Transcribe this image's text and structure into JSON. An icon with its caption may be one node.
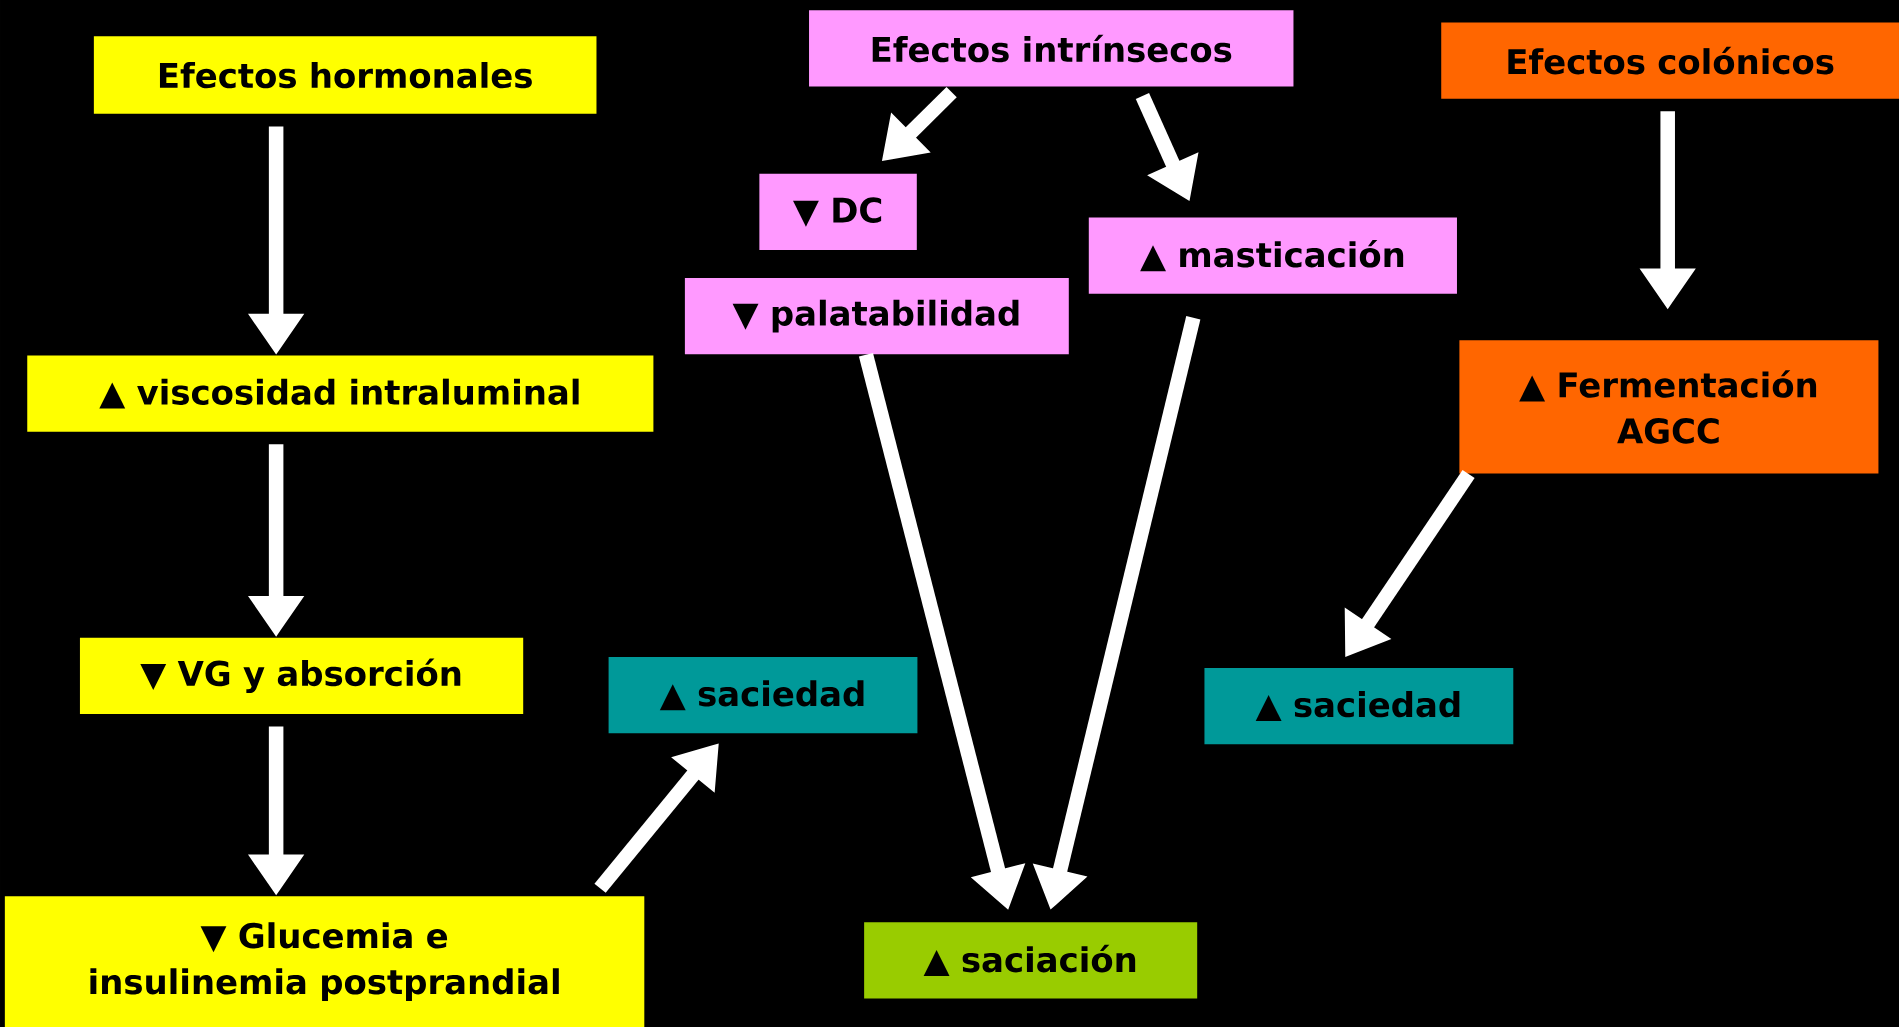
{
  "diagram": {
    "nodes": [
      {
        "text": [
          "Efectos hormonales"
        ]
      },
      {
        "text": [
          "Efectos intrínsecos"
        ]
      },
      {
        "text": [
          "Efectos colónicos"
        ]
      },
      {
        "text": [
          "▼ DC"
        ]
      },
      {
        "text": [
          "▲ masticación"
        ]
      },
      {
        "text": [
          "▼ palatabilidad"
        ]
      },
      {
        "text": [
          "▲ viscosidad intraluminal"
        ]
      },
      {
        "text": [
          "▲ Fermentación AGCC"
        ]
      },
      {
        "text": [
          "▼ VG y absorción"
        ]
      },
      {
        "text": [
          "▲ saciedad"
        ]
      },
      {
        "text": [
          "▲ saciedad"
        ]
      },
      {
        "text": [
          "▼ Glucemia e insulinemia postprandial"
        ]
      },
      {
        "text": [
          "▲ saciación"
        ]
      }
    ],
    "edges": [
      {
        "from": 0,
        "to": 6,
        "arrow": "to"
      },
      {
        "from": 6,
        "to": 8,
        "arrow": "to"
      },
      {
        "from": 8,
        "to": 11,
        "arrow": "to"
      },
      {
        "from": 11,
        "to": 9,
        "arrow": "to"
      },
      {
        "from": 1,
        "to": 3,
        "arrow": "to"
      },
      {
        "from": 1,
        "to": 4,
        "arrow": "to"
      },
      {
        "from": 5,
        "to": 12,
        "arrow": "to"
      },
      {
        "from": 4,
        "to": 12,
        "arrow": "to"
      },
      {
        "from": 2,
        "to": 7,
        "arrow": "to"
      },
      {
        "from": 7,
        "to": 10,
        "arrow": "to"
      }
    ]
  }
}
